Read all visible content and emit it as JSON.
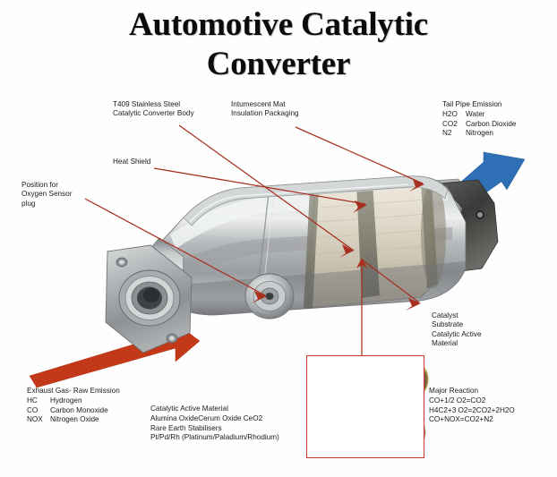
{
  "title": {
    "line1": "Automotive Catalytic",
    "line2": "Converter"
  },
  "labels": {
    "body": {
      "line1": "T409 Stainless Steel",
      "line2": "Catalytic Converter Body"
    },
    "mat": {
      "line1": "Intumescent Mat",
      "line2": "Insulation Packaging"
    },
    "heat_shield": {
      "line1": "Heat Shield"
    },
    "oxygen_sensor": {
      "line1": "Position for",
      "line2": "Oxygen Sensor",
      "line3": "plug"
    },
    "catalyst_substrate": {
      "line1": "Catalyst",
      "line2": "Substrate",
      "line3": "Catalytic Active",
      "line4": "Material"
    }
  },
  "tail_pipe_emission": {
    "header": "Tail Pipe Emission",
    "entries": [
      {
        "symbol": "H2O",
        "name": "Water"
      },
      {
        "symbol": "CO2",
        "name": "Carbon Dioxide"
      },
      {
        "symbol": "N2",
        "name": "Nitrogen"
      }
    ]
  },
  "exhaust_gas": {
    "header": "Exhaust Gas- Raw Emission",
    "entries": [
      {
        "symbol": "HC",
        "name": "Hydrogen"
      },
      {
        "symbol": "CO",
        "name": "Carbon Monoxide"
      },
      {
        "symbol": "NOX",
        "name": "Nitrogen Oxide"
      }
    ]
  },
  "catalytic_active_material": {
    "header": "Catalytic Active Material",
    "lines": [
      "Alumina OxideCerum Oxide CeO2",
      "Rare Earth Stabilisers",
      "Pt/Pd/Rh (Platinum/Paladium/Rhodium)"
    ]
  },
  "major_reaction": {
    "header": "Major Reaction",
    "reactions": [
      "CO+1/2 O2=CO2",
      "H4C2+3 O2=2CO2+2H2O",
      "CO+NOX=CO2+N2"
    ]
  },
  "colors": {
    "inlet_arrow": "#c4381a",
    "outlet_arrow": "#2f6fb5",
    "leader_line": "#a8301f",
    "inset_border": "#c0392b",
    "shell_metal": "#b9bcbd",
    "substrate": "#d8d2c2",
    "honeycomb": "#e8b949"
  },
  "figure": {
    "inlet_arrow_name": "exhaust gas inlet arrow",
    "outlet_arrow_name": "tail pipe emission outlet arrow",
    "inset_name": "honeycomb substrate detail inset"
  }
}
